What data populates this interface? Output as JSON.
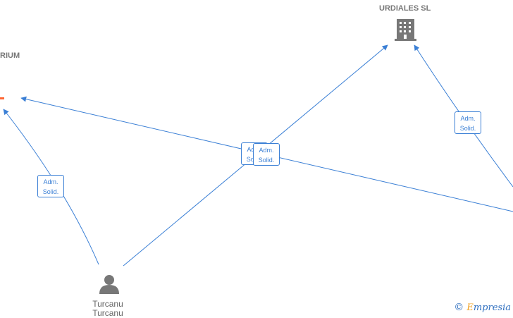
{
  "nodes": {
    "company_left": {
      "label": "RIUM",
      "icon": "building-icon",
      "color": "#ff6633"
    },
    "company_top": {
      "label": "URDIALES SL",
      "icon": "building-icon",
      "color": "#777777"
    },
    "person": {
      "label_line1": "Turcanu",
      "label_line2": "Turcanu",
      "icon": "person-icon",
      "color": "#777777"
    }
  },
  "edges": [
    {
      "id": "e1",
      "from": "person",
      "to": "company_left",
      "role_line1": "Adm.",
      "role_line2": "Solid."
    },
    {
      "id": "e2",
      "from": "person",
      "to": "company_top",
      "role_line1": "Adm.",
      "role_line2": "Solid."
    },
    {
      "id": "e3",
      "from": "offscreen_right",
      "to": "company_left",
      "role_line1": "Adm.",
      "role_line2": "Solid."
    },
    {
      "id": "e4",
      "from": "offscreen_right",
      "to": "company_top",
      "role_line1": "Adm.",
      "role_line2": "Solid."
    }
  ],
  "edge_color": "#3a7fd5",
  "brand": {
    "copyright_symbol": "©",
    "first_letter": "E",
    "rest": "mpresia"
  }
}
